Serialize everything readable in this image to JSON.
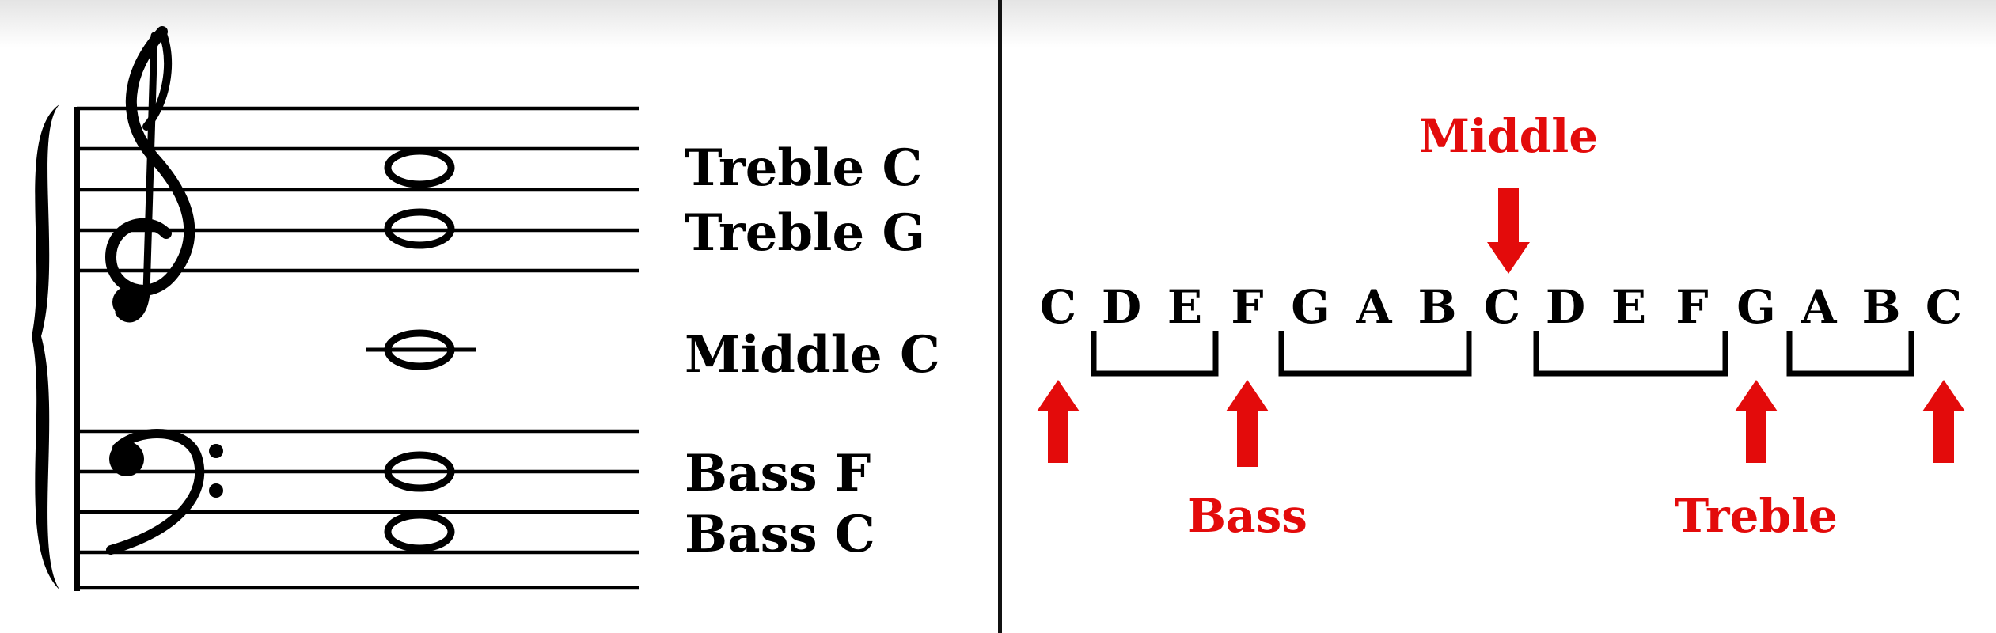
{
  "staff_labels": {
    "treble_c": "Treble C",
    "treble_g": "Treble G",
    "middle_c": "Middle C",
    "bass_f": "Bass F",
    "bass_c": "Bass C"
  },
  "sequence": {
    "letters": [
      "C",
      "D",
      "E",
      "F",
      "G",
      "A",
      "B",
      "C",
      "D",
      "E",
      "F",
      "G",
      "A",
      "B",
      "C"
    ],
    "markers": {
      "middle": "Middle",
      "bass": "Bass",
      "treble": "Treble"
    }
  },
  "colors": {
    "accent": "#e30b0b",
    "ink": "#000000",
    "divider": "#111111"
  }
}
